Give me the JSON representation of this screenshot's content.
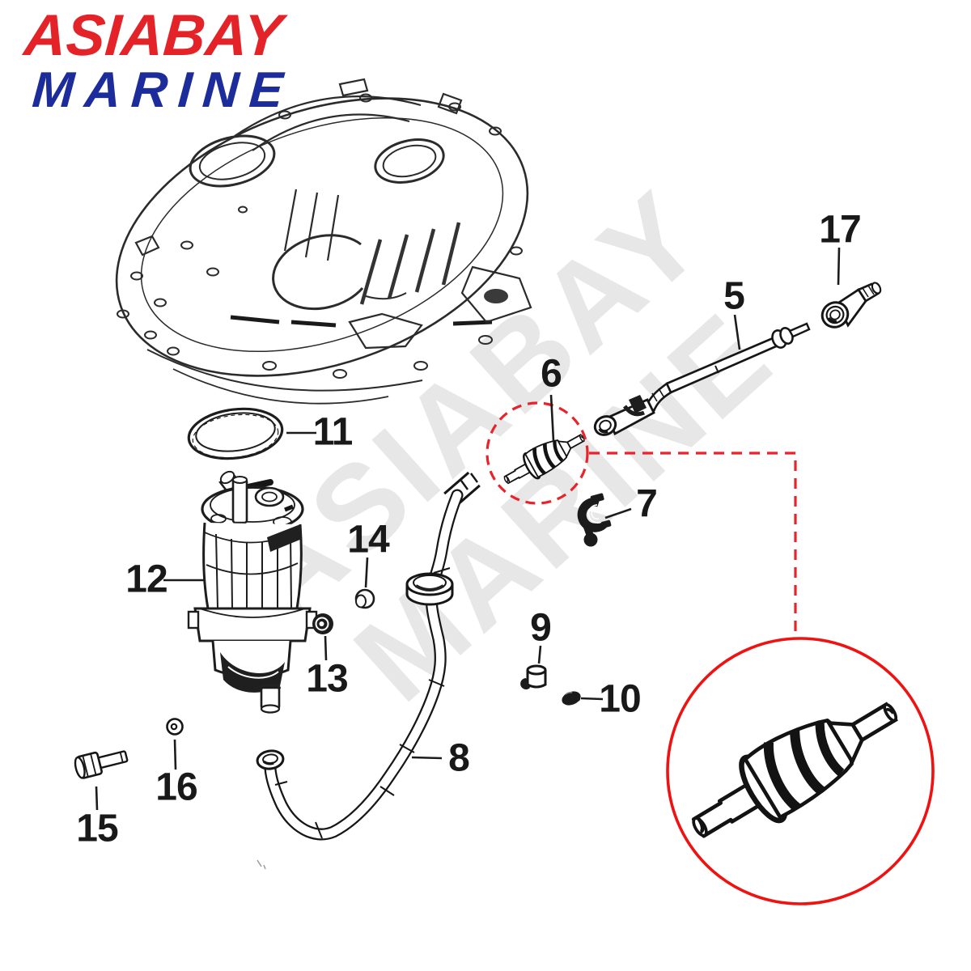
{
  "brand": {
    "line1": "ASIABAY",
    "line2": "MARINE",
    "line1_color": "#e32328",
    "line2_color": "#1c2c9b"
  },
  "watermark": {
    "line1": "ASIABAY",
    "line2": "MARINE"
  },
  "diagram": {
    "type": "exploded-parts-diagram",
    "subject": "outboard fuel pump, fuel filter and fuel line assembly",
    "ink_color": "#1d1d1d",
    "highlight_color": "#e8232b",
    "magnifier_color": "#f01111",
    "callouts": [
      {
        "num": "5"
      },
      {
        "num": "6"
      },
      {
        "num": "7"
      },
      {
        "num": "8"
      },
      {
        "num": "9"
      },
      {
        "num": "10"
      },
      {
        "num": "11"
      },
      {
        "num": "12"
      },
      {
        "num": "13"
      },
      {
        "num": "14"
      },
      {
        "num": "15"
      },
      {
        "num": "16"
      },
      {
        "num": "17"
      }
    ]
  }
}
